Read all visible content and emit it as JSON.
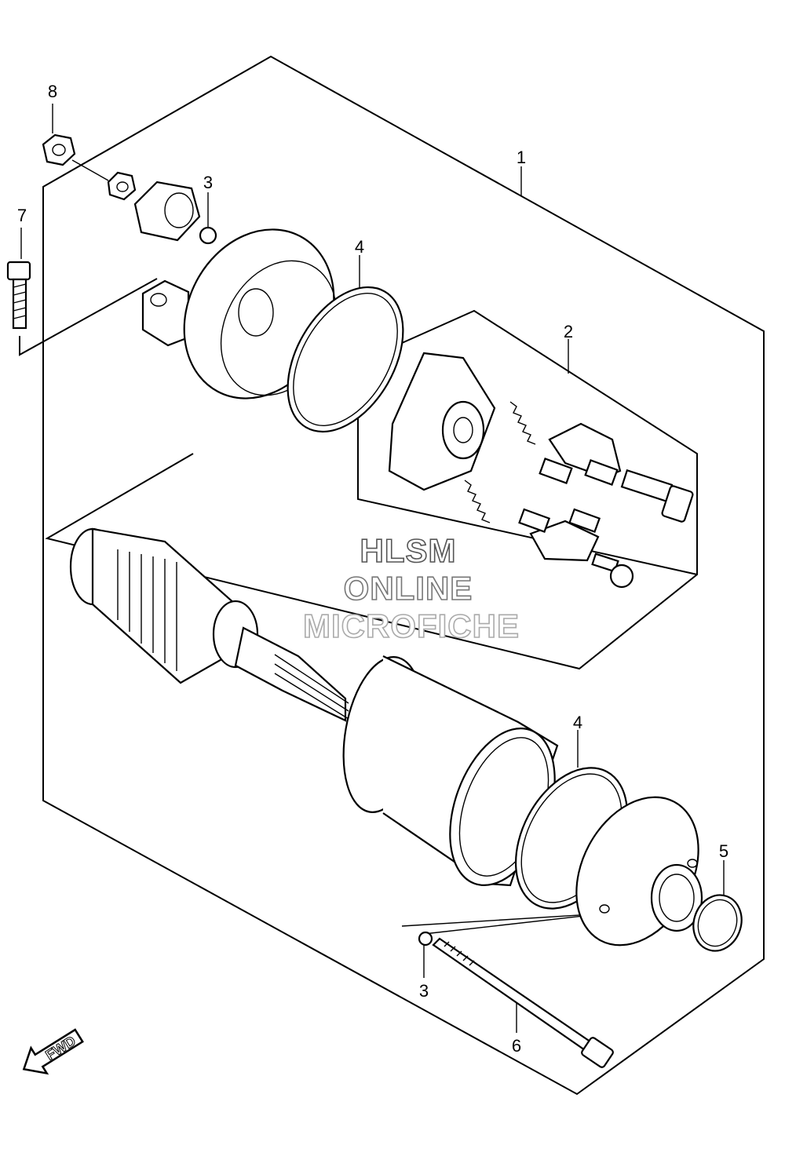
{
  "callouts": {
    "p1": "1",
    "p2": "2",
    "p3a": "3",
    "p3b": "3",
    "p4a": "4",
    "p4b": "4",
    "p5": "5",
    "p6": "6",
    "p7": "7",
    "p8": "8"
  },
  "watermark": {
    "line1": "HLSM",
    "line2": "ONLINE",
    "line3": "MICROFICHE"
  },
  "direction": {
    "label": "FWD"
  }
}
